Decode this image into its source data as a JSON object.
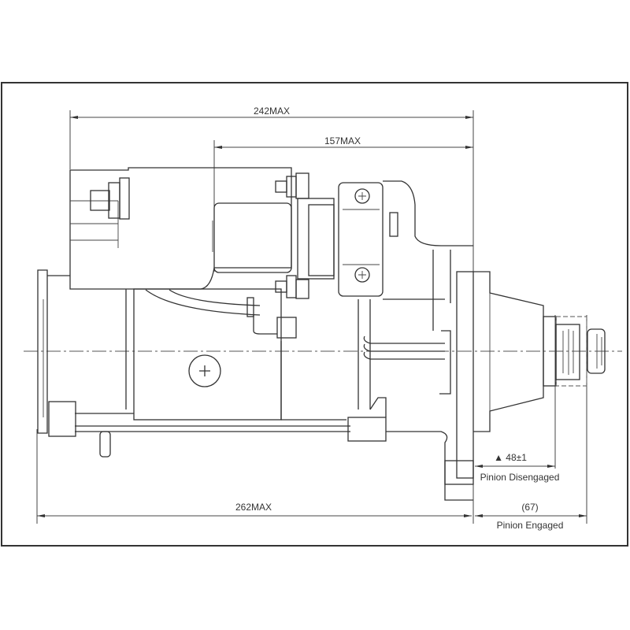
{
  "dimensions": {
    "overall_upper": "242MAX",
    "solenoid_offset": "157MAX",
    "overall_lower": "262MAX",
    "pinion_disengaged_value": "▲ 48±1",
    "pinion_disengaged_label": "Pinion Disengaged",
    "pinion_engaged_value": "(67)",
    "pinion_engaged_label": "Pinion Engaged"
  }
}
